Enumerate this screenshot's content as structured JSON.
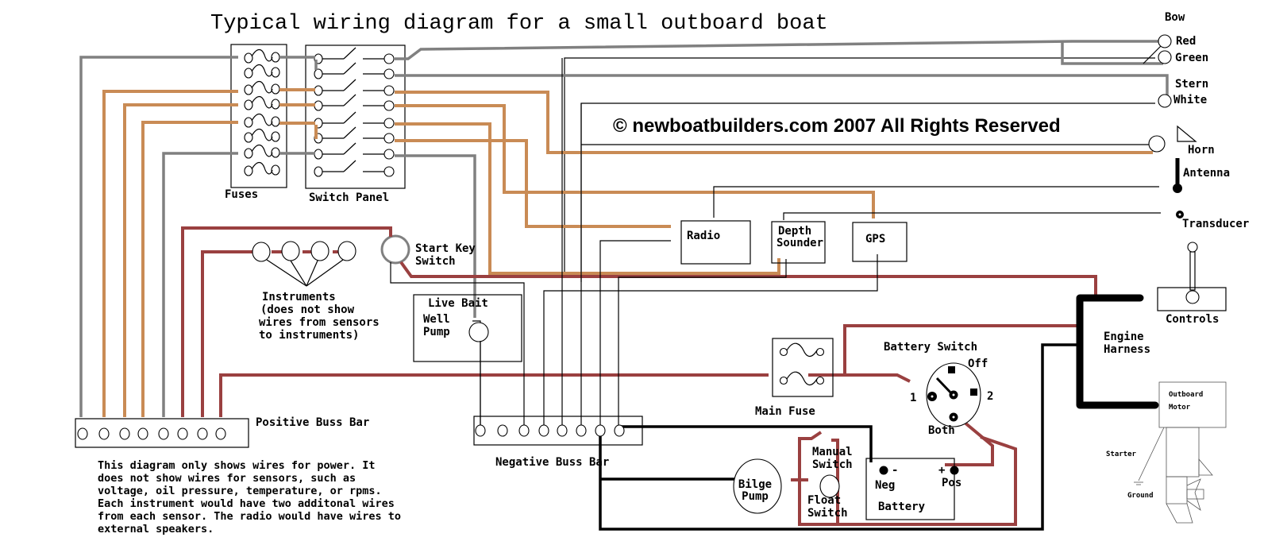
{
  "title": "Typical wiring diagram for a small outboard boat",
  "copyright": "© newboatbuilders.com 2007 All Rights Reserved",
  "colors": {
    "accessory_wire": "#c98b55",
    "lighting_wire": "#808080",
    "power_wire": "#9a4040",
    "ground_wire": "#000000"
  },
  "labels": {
    "fuses": "Fuses",
    "switch_panel": "Switch Panel",
    "bow": "Bow",
    "red": "Red",
    "green": "Green",
    "stern": "Stern",
    "white": "White",
    "horn": "Horn",
    "antenna": "Antenna",
    "transducer": "Transducer",
    "radio": "Radio",
    "depth_line1": "Depth",
    "depth_line2": "Sounder",
    "gps": "GPS",
    "start_key_line1": "Start Key",
    "start_key_line2": "Switch",
    "instruments_lines": [
      "Instruments",
      "(does not show",
      "wires from sensors",
      "to instruments)"
    ],
    "live_bait_line1": "Live Bait",
    "live_bait_line2": "Well",
    "live_bait_line3": "Pump",
    "controls": "Controls",
    "engine_harness_line1": "Engine",
    "engine_harness_line2": "Harness",
    "battery_switch": "Battery Switch",
    "off": "Off",
    "pos1": "1",
    "pos2": "2",
    "both": "Both",
    "main_fuse": "Main Fuse",
    "positive_buss_bar": "Positive Buss Bar",
    "negative_buss_bar": "Negative Buss Bar",
    "manual_switch_line1": "Manual",
    "manual_switch_line2": "Switch",
    "bilge_line1": "Bilge",
    "bilge_line2": "Pump",
    "float_switch_line1": "Float",
    "float_switch_line2": "Switch",
    "neg": "Neg",
    "minus": "-",
    "plus": "+",
    "pos": "Pos",
    "battery": "Battery",
    "outboard_line1": "Outboard",
    "outboard_line2": "Motor",
    "starter": "Starter",
    "ground": "Ground"
  },
  "note_lines": [
    "This diagram only shows wires for power.  It",
    "does not show wires for sensors, such as",
    "voltage, oil pressure, temperature, or rpms.",
    "Each instrument would have two additonal wires",
    "from each sensor. The radio would have wires to",
    "external speakers."
  ],
  "fuse_count": 8,
  "switch_count": 8,
  "positive_buss_terminals": 8,
  "negative_buss_terminals": 8,
  "instrument_gauges": 4
}
